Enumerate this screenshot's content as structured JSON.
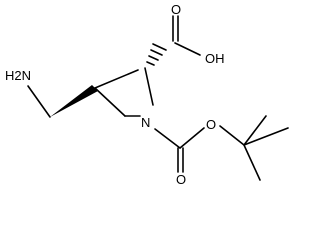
{
  "atoms": {
    "amine_group": "H2N",
    "hydroxyl": "OH",
    "acid_carbonyl_oxygen": "O",
    "ring_nitrogen": "N",
    "carbamate_carbonyl_oxygen": "O",
    "carbamate_ester_oxygen": "O"
  },
  "colors": {
    "ink": "#000000",
    "background": "#ffffff"
  }
}
